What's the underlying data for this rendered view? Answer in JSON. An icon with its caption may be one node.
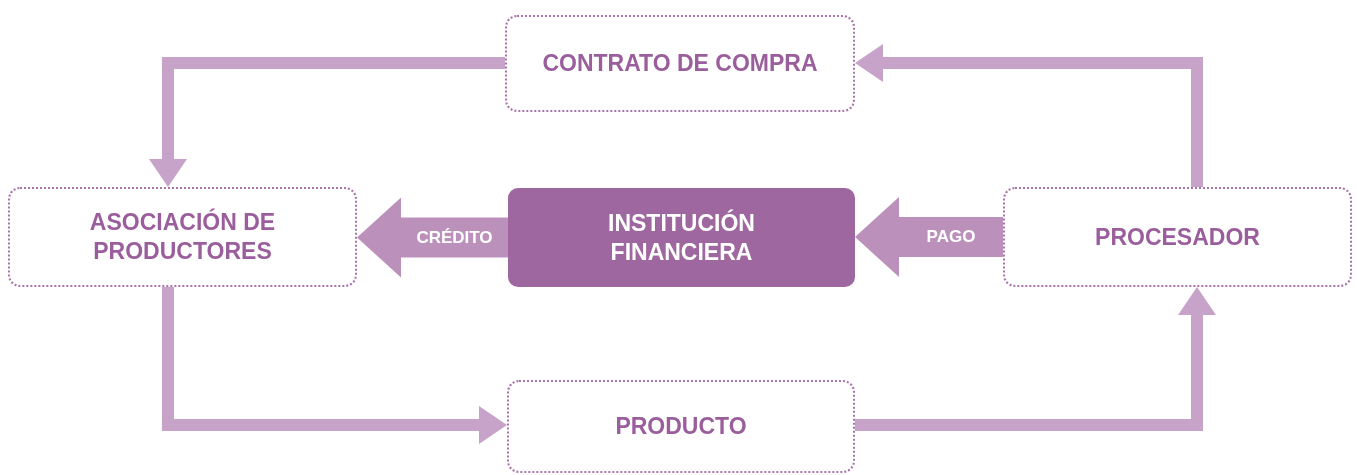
{
  "diagram": {
    "nodes": [
      {
        "text": [
          "CONTRATO DE COMPRA"
        ]
      },
      {
        "text": [
          "ASOCIACIÓN DE PRODUCTORES"
        ]
      },
      {
        "text": [
          "INSTITUCIÓN FINANCIERA"
        ]
      },
      {
        "text": [
          "PROCESADOR"
        ]
      },
      {
        "text": [
          "PRODUCTO"
        ]
      }
    ],
    "edges": [
      {
        "from": 0,
        "to": 1,
        "arrow": "to"
      },
      {
        "from": 3,
        "to": 0,
        "arrow": "to"
      },
      {
        "from": 2,
        "to": 1,
        "arrow": "to",
        "label": "CRÉDITO",
        "style": "thick",
        "color": "#bb91bc"
      },
      {
        "from": 3,
        "to": 2,
        "arrow": "to",
        "label": "PAGO",
        "style": "thick",
        "color": "#bb91bc"
      },
      {
        "from": 1,
        "to": 4,
        "arrow": "to"
      },
      {
        "from": 4,
        "to": 3,
        "arrow": "to"
      }
    ]
  }
}
